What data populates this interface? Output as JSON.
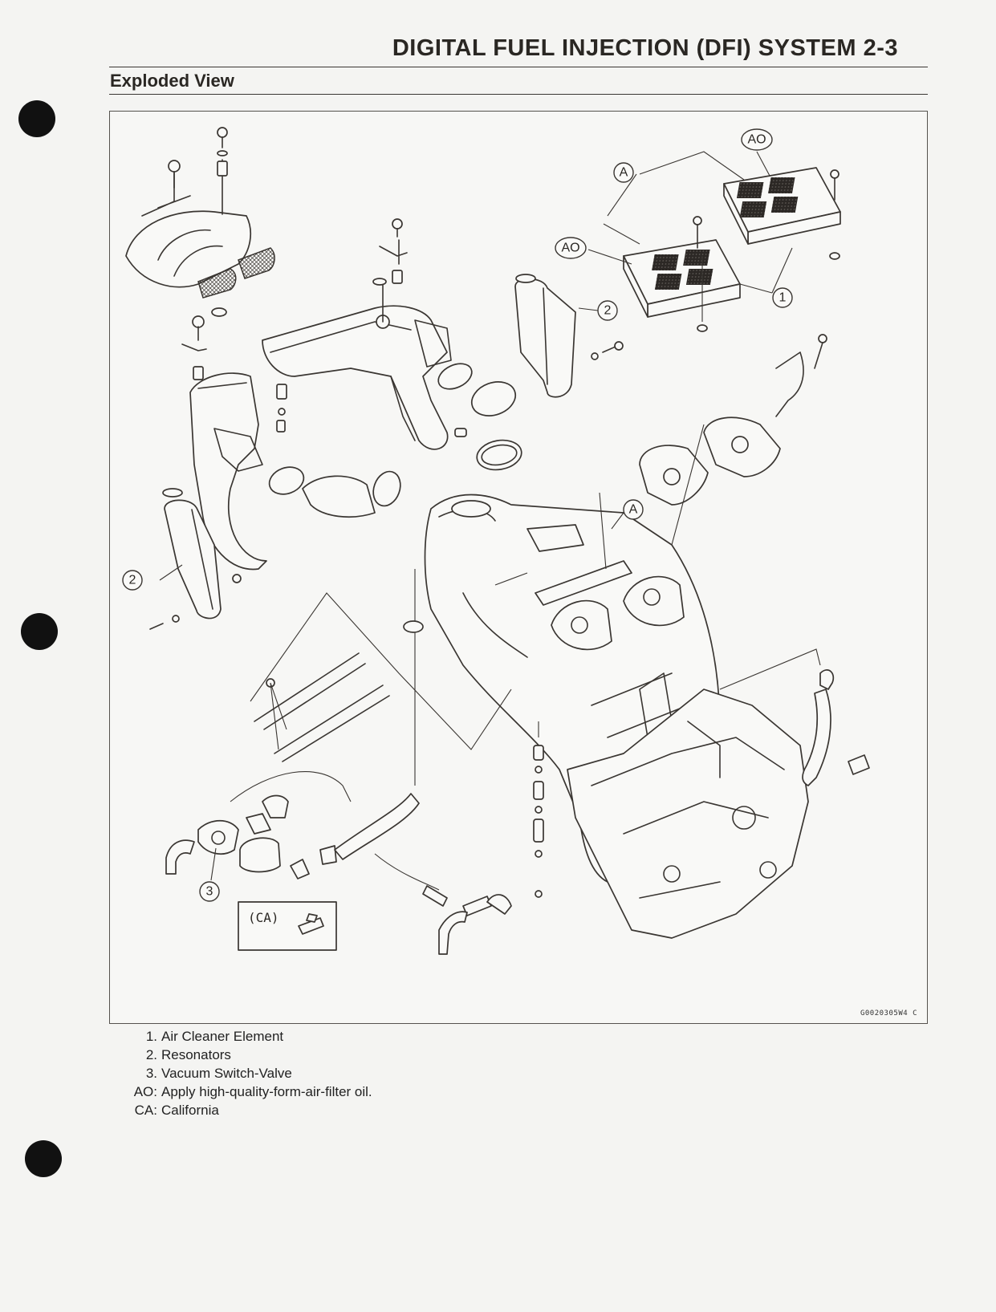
{
  "header": {
    "title": "DIGITAL FUEL INJECTION (DFI) SYSTEM 2-3"
  },
  "section": {
    "title": "Exploded View"
  },
  "diagram": {
    "figure_code": "G0020305W4 C",
    "callouts": {
      "c1": "1",
      "c2": "2",
      "c3": "3",
      "ref_a": "A",
      "ref_ao": "AO",
      "ca_box": "(CA)"
    }
  },
  "legend": [
    {
      "key": "1.",
      "text": "Air Cleaner Element"
    },
    {
      "key": "2.",
      "text": "Resonators"
    },
    {
      "key": "3.",
      "text": "Vacuum Switch-Valve"
    },
    {
      "key": "AO:",
      "text": "Apply high-quality-form-air-filter oil."
    },
    {
      "key": "CA:",
      "text": "California"
    }
  ]
}
